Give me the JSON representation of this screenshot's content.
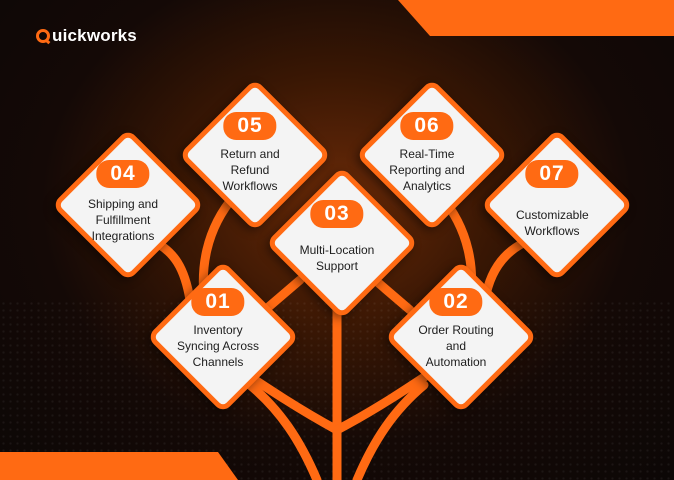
{
  "brand": {
    "logo_text": "uickworks",
    "accent": "#ff6a13"
  },
  "nodes": [
    {
      "number": "01",
      "label": "Inventory Syncing Across Channels"
    },
    {
      "number": "02",
      "label": "Order Routing and Automation"
    },
    {
      "number": "03",
      "label": "Multi-Location Support"
    },
    {
      "number": "04",
      "label": "Shipping and Fulfillment Integrations"
    },
    {
      "number": "05",
      "label": "Return and Refund Workflows"
    },
    {
      "number": "06",
      "label": "Real-Time Reporting and Analytics"
    },
    {
      "number": "07",
      "label": "Customizable Workflows"
    }
  ]
}
